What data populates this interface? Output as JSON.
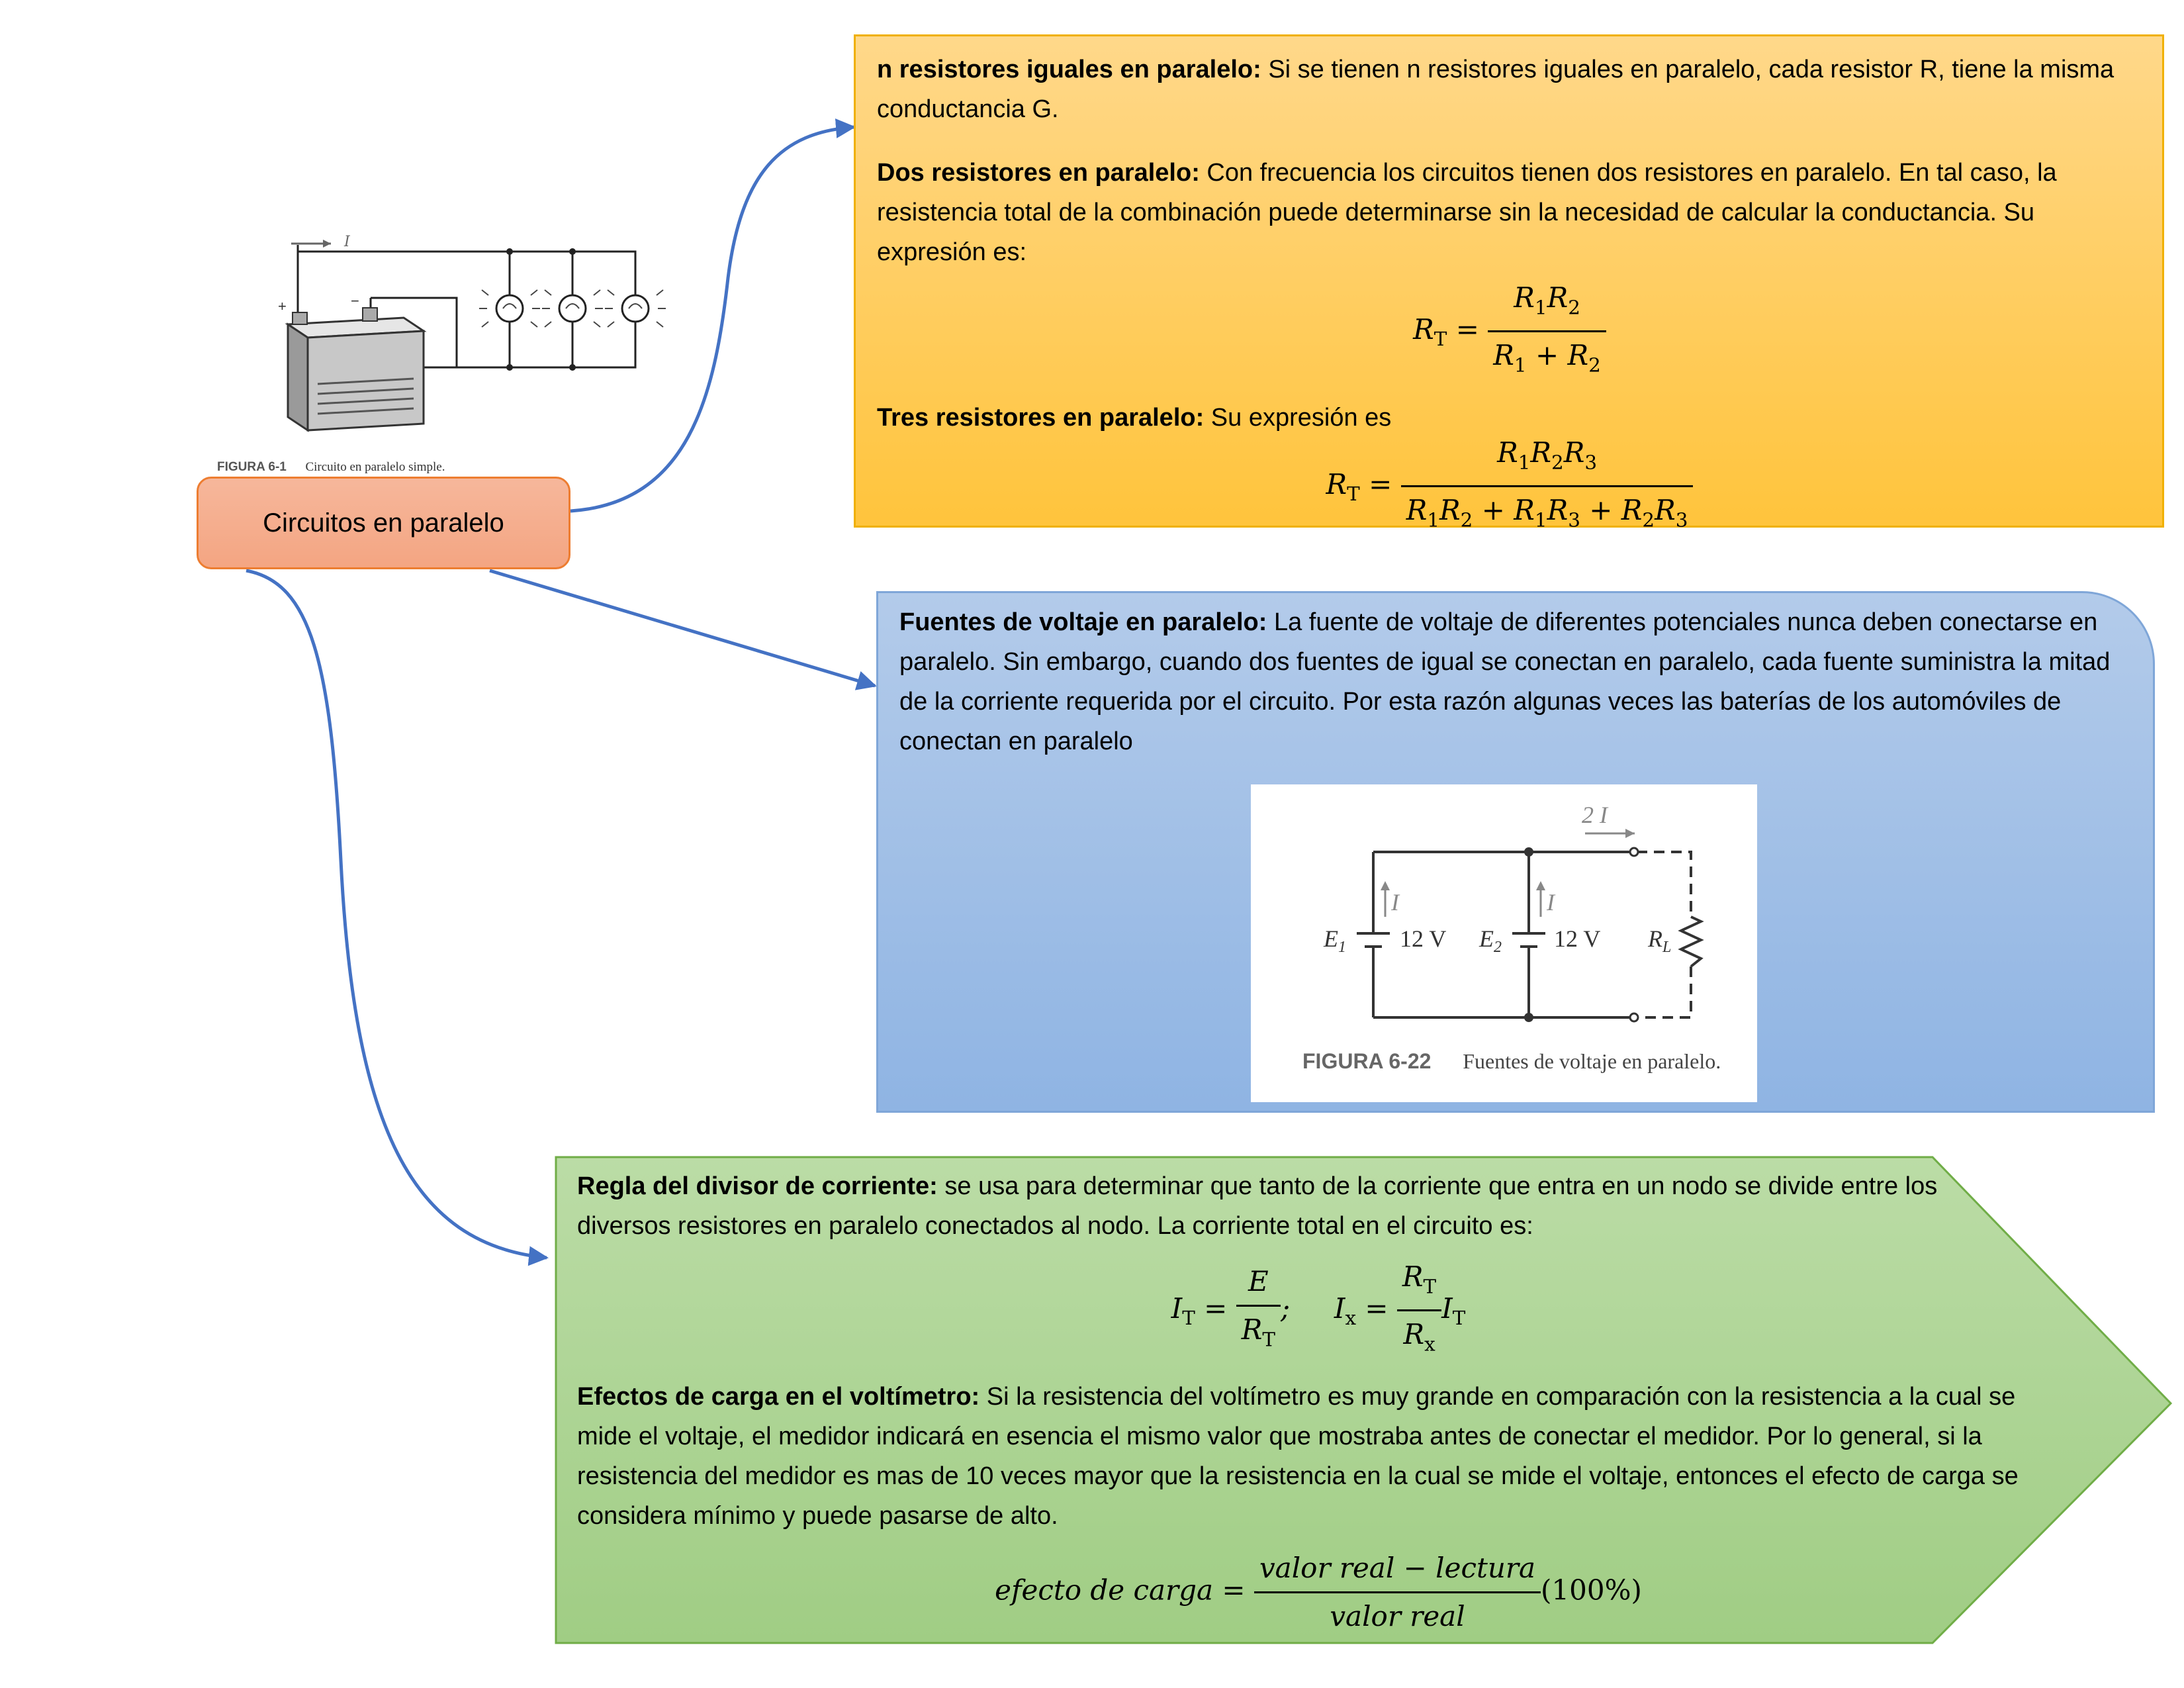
{
  "center_node": {
    "label": "Circuitos en paralelo"
  },
  "figure_6_1": {
    "current_label": "I",
    "plus": "+",
    "minus": "−",
    "number": "FIGURA 6-1",
    "caption": "Circuito en paralelo simple."
  },
  "box_yellow": {
    "p1_title": "n resistores iguales en paralelo:",
    "p1_text": " Si se tienen n resistores iguales en paralelo, cada resistor R, tiene la misma conductancia G.",
    "p2_title": "Dos resistores en paralelo:",
    "p2_text": " Con frecuencia los circuitos tienen dos resistores en paralelo. En tal caso, la resistencia total de la combinación puede determinarse sin la necesidad de calcular la conductancia. Su expresión es:",
    "p3_title": "Tres resistores en paralelo:",
    "p3_text": " Su expresión es"
  },
  "box_blue": {
    "title": "Fuentes de voltaje en paralelo:",
    "text": " La fuente de voltaje de diferentes potenciales nunca deben conectarse en paralelo. Sin embargo, cuando dos fuentes de igual se conectan en paralelo, cada fuente suministra la mitad de la corriente requerida por el circuito. Por esta razón algunas veces las baterías de los automóviles de conectan en paralelo"
  },
  "figure_6_22": {
    "current_total": "2 I",
    "current_1": "I",
    "current_2": "I",
    "e1": "E",
    "e1_sub": "1",
    "e2": "E",
    "e2_sub": "2",
    "v1": "12 V",
    "v2": "12 V",
    "rl": "R",
    "rl_sub": "L",
    "number": "FIGURA 6-22",
    "caption": "Fuentes de voltaje en paralelo."
  },
  "box_green": {
    "p1_title": "Regla del divisor de corriente:",
    "p1_text": " se usa para determinar que tanto de la corriente que entra en un nodo se divide entre los diversos resistores en paralelo conectados al nodo. La corriente total en el circuito es:",
    "p2_title": "Efectos de carga en el voltímetro:",
    "p2_text": " Si la resistencia del voltímetro es muy grande en comparación con la resistencia a la cual se mide el voltaje, el medidor indicará en esencia el mismo valor que mostraba antes de conectar el medidor. Por lo general, si la resistencia del medidor es mas de 10 veces mayor que la resistencia en la cual se mide el voltaje, entonces el efecto de carga se considera mínimo y puede pasarse de alto.",
    "formula_lhs": "efecto de carga",
    "formula_num": "valor real − lectura",
    "formula_den": "valor real",
    "formula_tail": "(100%)"
  },
  "colors": {
    "connector": "#4472C4",
    "node_fill": "#F4A582",
    "node_border": "#ED7D31",
    "yellow_fill": "#FFC000",
    "blue_fill": "#8FB4E3",
    "green_fill": "#A9D18E"
  }
}
